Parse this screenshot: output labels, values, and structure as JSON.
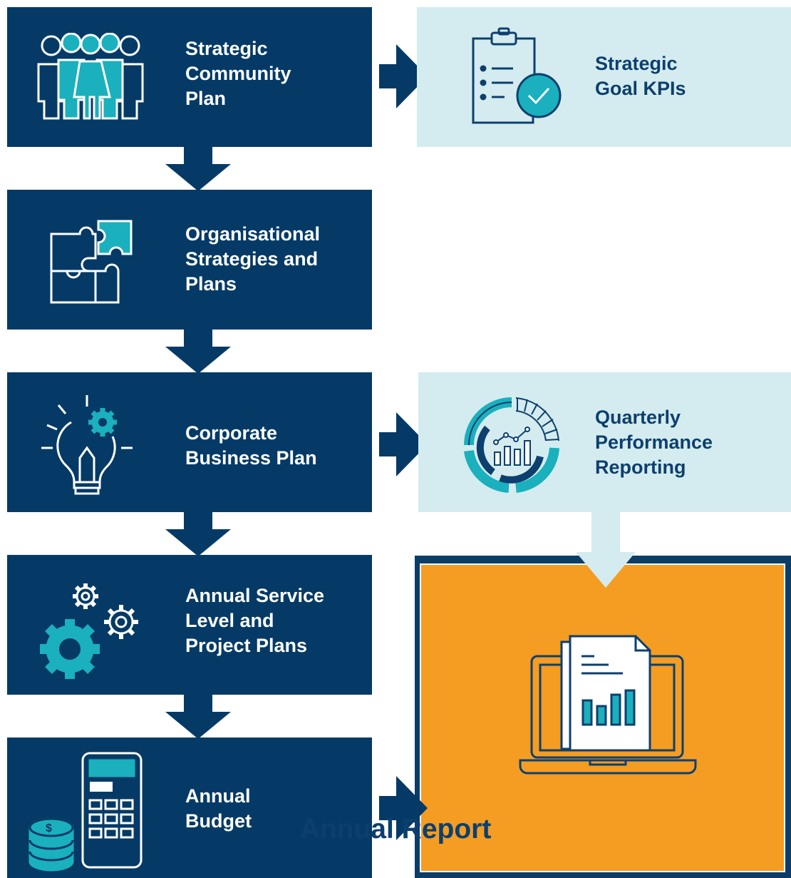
{
  "flow": {
    "steps": [
      {
        "lines": [
          "Strategic",
          "Community",
          "Plan"
        ],
        "icon": "community-people-icon"
      },
      {
        "lines": [
          "Organisational",
          "Strategies and",
          "Plans"
        ],
        "icon": "puzzle-icon"
      },
      {
        "lines": [
          "Corporate",
          "Business Plan"
        ],
        "icon": "lightbulb-gear-icon"
      },
      {
        "lines": [
          "Annual Service",
          "Level and",
          "Project Plans"
        ],
        "icon": "gears-icon"
      },
      {
        "lines": [
          "Annual",
          "Budget"
        ],
        "icon": "calculator-coins-icon"
      }
    ]
  },
  "outputs": {
    "kpis": {
      "lines": [
        "Strategic",
        "Goal KPIs"
      ],
      "icon": "clipboard-check-icon"
    },
    "quarterly": {
      "lines": [
        "Quarterly",
        "Performance",
        "Reporting"
      ],
      "icon": "performance-gauge-icon"
    },
    "annual_report": {
      "title": "Annual Report",
      "icon": "laptop-report-icon"
    }
  },
  "colors": {
    "navy": "#053a66",
    "light_teal": "#d4ecef",
    "teal_accent": "#1ab0bd",
    "orange": "#f59c22"
  }
}
